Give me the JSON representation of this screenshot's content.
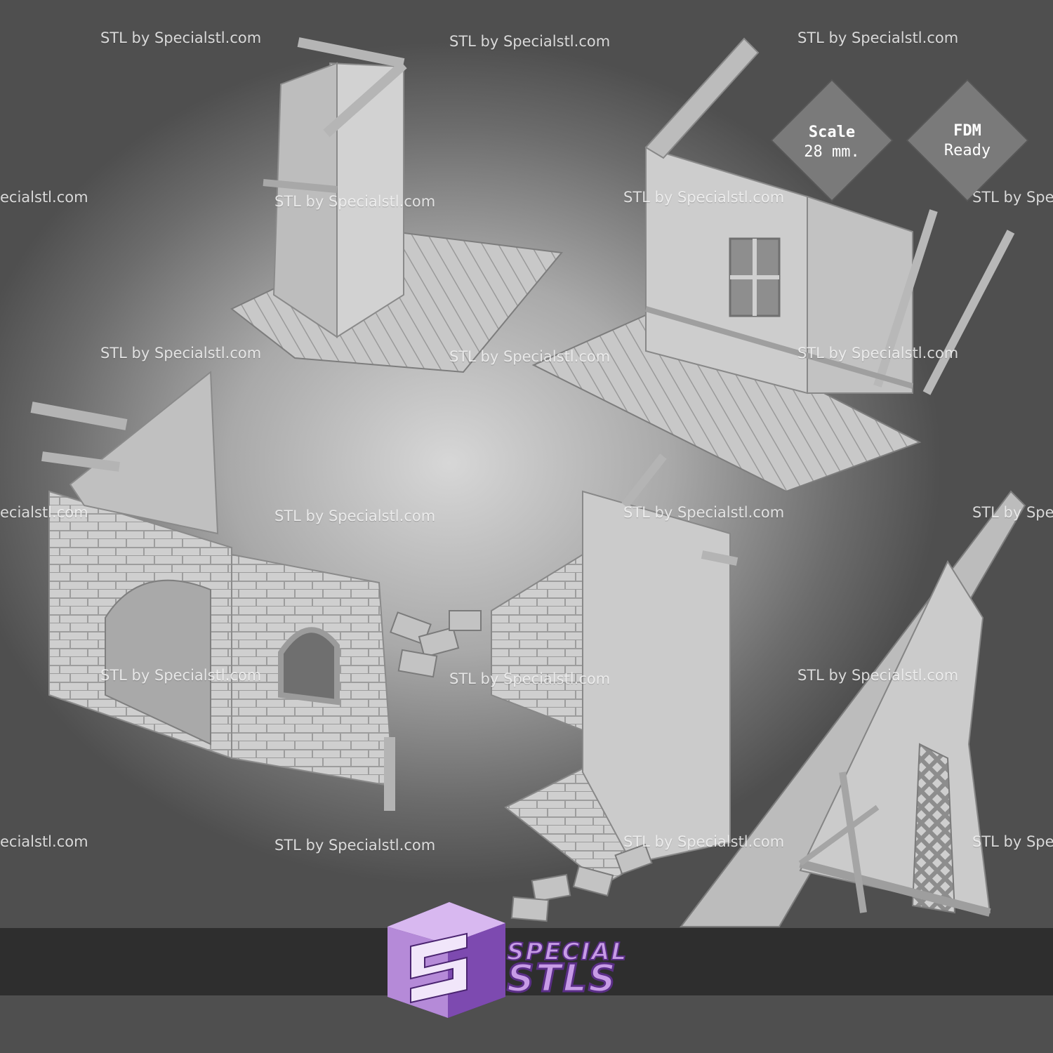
{
  "watermarks": [
    "STL by Specialstl.com",
    "STL by Specialstl.com",
    "STL by Specialstl.com",
    "ecialstl.com",
    "STL by Specialstl.com",
    "STL by Specialstl.com",
    "STL by Spec",
    "STL by Specialstl.com",
    "STL by Specialstl.com",
    "STL by Specialstl.com",
    "ecialstl.com",
    "STL by Specialstl.com",
    "STL by Specialstl.com",
    "STL by Spec",
    "STL by Specialstl.com",
    "STL by Specialstl.com",
    "STL by Specialstl.com",
    "ecialstl.com",
    "STL by Specialstl.com",
    "STL by Specialstl.com",
    "STL by Spec"
  ],
  "badges": {
    "scale": {
      "line1": "Scale",
      "line2": "28 mm."
    },
    "fdm": {
      "line1": "FDM",
      "line2": "Ready"
    }
  },
  "brand": {
    "line1": "SPECIAL",
    "line2": "STLS",
    "primary_color": "#9b6cc7",
    "dark_color": "#5a2e86"
  },
  "colors": {
    "background": "#8f8f8f",
    "model": "#c9c9c9"
  }
}
